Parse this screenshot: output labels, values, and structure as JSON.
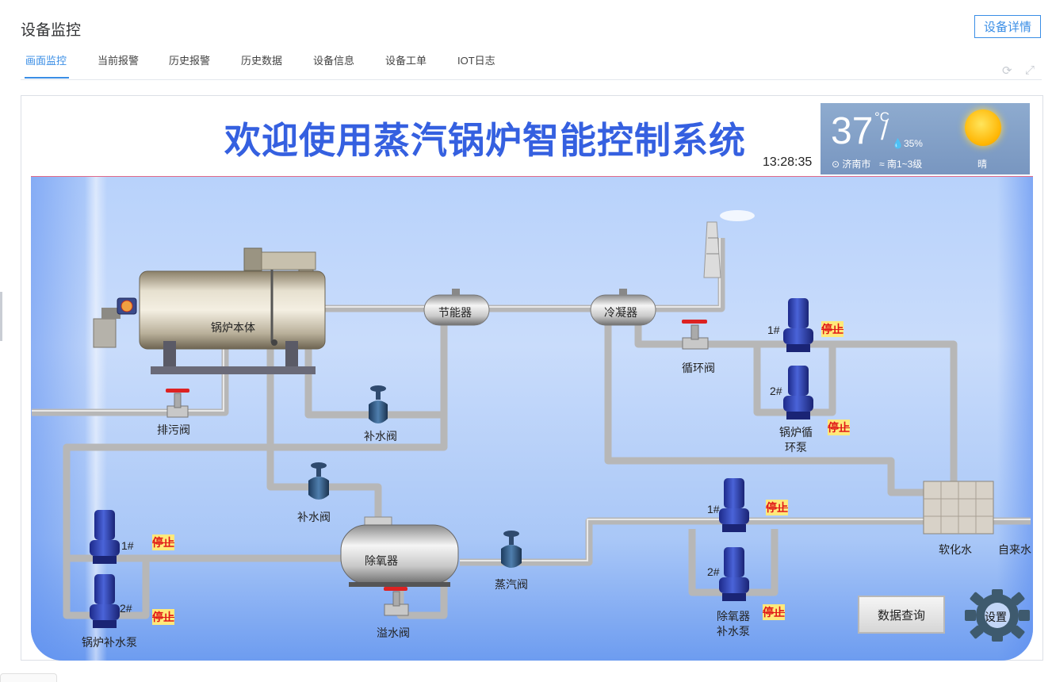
{
  "header": {
    "title": "设备监控",
    "detail_button": "设备详情"
  },
  "tabs": [
    "画面监控",
    "当前报警",
    "历史报警",
    "历史数据",
    "设备信息",
    "设备工单",
    "IOT日志"
  ],
  "active_tab": "画面监控",
  "toolbar_icons": [
    "refresh-icon",
    "fullscreen-icon"
  ],
  "scada": {
    "banner": "欢迎使用蒸汽锅炉智能控制系统",
    "clock": "13:28:35",
    "weather": {
      "temperature": "37",
      "unit": "°C",
      "humidity": "35%",
      "city": "济南市",
      "wind": "南1~3级",
      "condition": "晴"
    },
    "labels": {
      "boiler": "锅炉本体",
      "economizer": "节能器",
      "condenser": "冷凝器",
      "blowdown_valve": "排污阀",
      "makeup_valve_1": "补水阀",
      "makeup_valve_2": "补水阀",
      "circulation_valve": "循环阀",
      "pump_1": "1#",
      "pump_2": "2#",
      "circulation_pump": "锅炉循\n环泵",
      "deaerator": "除氧器",
      "overflow_valve": "溢水阀",
      "steam_valve": "蒸汽阀",
      "boiler_makeup_pump": "锅炉补水泵",
      "deaerator_pump": "除氧器\n补水泵",
      "soft_water": "软化水",
      "tap_water": "自来水",
      "stop_status": "停止",
      "query_button": "数据查询",
      "settings_button": "设置"
    }
  },
  "colors": {
    "accent": "#3a8ee6",
    "banner": "#3560e0",
    "stop": "#e01818",
    "pipe": "#b4b4b4",
    "pump": "#2a3fb0"
  }
}
